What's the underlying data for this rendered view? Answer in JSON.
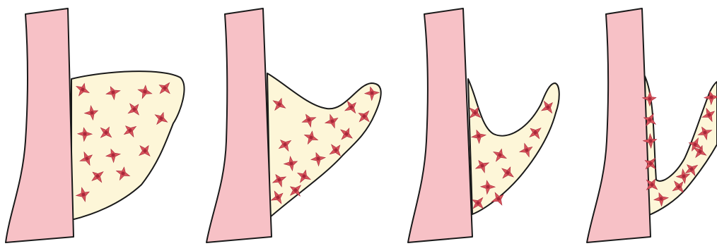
{
  "diagram": {
    "panel_count": 4,
    "colors": {
      "background": "#ffffff",
      "column_fill": "#f7c1c6",
      "tissue_fill": "#fdf6d8",
      "cell_fill": "#d8545c",
      "nucleus_fill": "#a8283a",
      "outline": "#1a1a1a"
    },
    "panels": [
      {
        "stage": 1,
        "shape": "broad-lobe",
        "cell_count": 16
      },
      {
        "stage": 2,
        "shape": "upturned-wedge",
        "cell_count": 16
      },
      {
        "stage": 3,
        "shape": "v-fork",
        "cell_count": 11
      },
      {
        "stage": 4,
        "shape": "narrow-fork",
        "cell_count": 14
      }
    ]
  }
}
